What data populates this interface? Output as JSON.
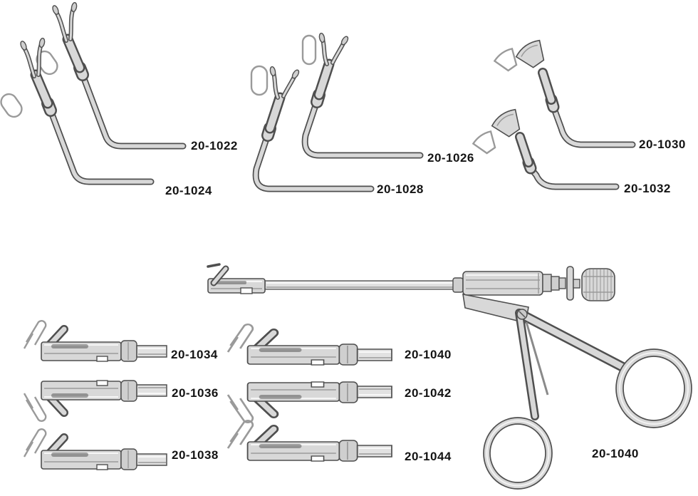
{
  "colors": {
    "page_bg": "#ffffff",
    "ink": "#141414",
    "line": "#4f4f4f",
    "metal_mid": "#d8d8d8",
    "metal_dark": "#9a9a9a"
  },
  "labels": {
    "1022": "20-1022",
    "1024": "20-1024",
    "1026": "20-1026",
    "1028": "20-1028",
    "1030": "20-1030",
    "1032": "20-1032",
    "1034": "20-1034",
    "1036": "20-1036",
    "1038": "20-1038",
    "1040": "20-1040",
    "1042": "20-1042",
    "1044": "20-1044"
  }
}
